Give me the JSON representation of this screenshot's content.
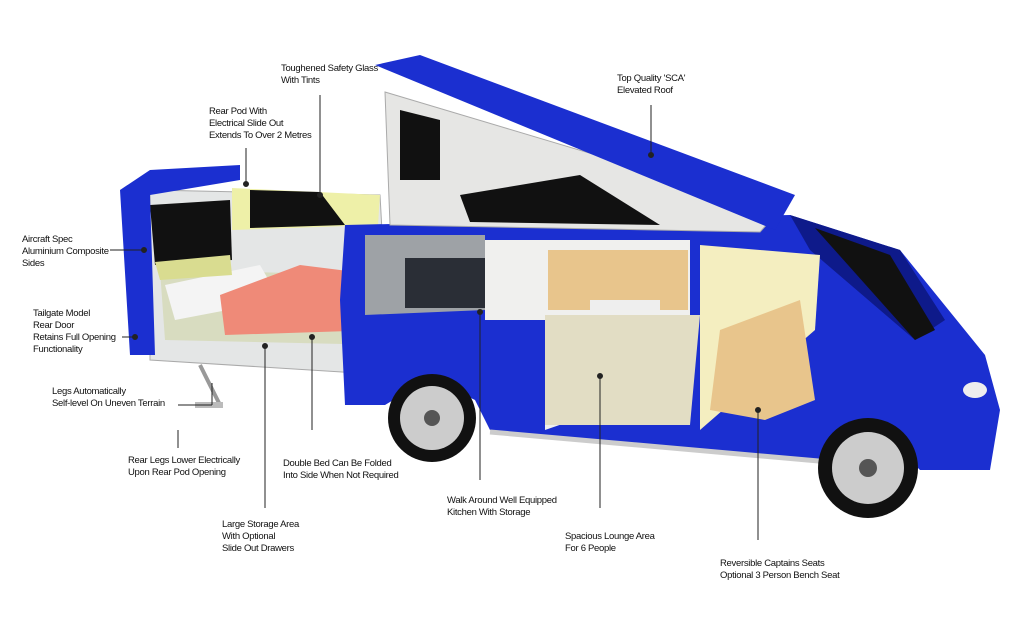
{
  "colors": {
    "body": "#1b2fd0",
    "bodyDark": "#0e1a8a",
    "pod": "#e4e6e6",
    "bed": "#ef8a78",
    "glass": "#111111",
    "yellow": "#eef0a8",
    "seat": "#e8c58c"
  },
  "labels": {
    "glass": [
      "Toughened Safety Glass",
      "With Tints"
    ],
    "roof": [
      "Top Quality 'SCA'",
      "Elevated Roof"
    ],
    "pod": [
      "Rear Pod With",
      "Electrical Slide Out",
      "Extends To Over 2 Metres"
    ],
    "sides": [
      "Aircraft Spec",
      "Aluminium Composite",
      "Sides"
    ],
    "tailgate": [
      "Tailgate Model",
      "Rear Door",
      "Retains Full Opening",
      "Functionality"
    ],
    "legs_level": [
      "Legs Automatically",
      "Self-level On Uneven Terrain"
    ],
    "legs_lower": [
      "Rear Legs Lower Electrically",
      "Upon Rear Pod Opening"
    ],
    "bed": [
      "Double Bed Can Be Folded",
      "Into Side When Not Required"
    ],
    "storage": [
      "Large Storage Area",
      "With Optional",
      "Slide Out Drawers"
    ],
    "kitchen": [
      "Walk Around Well Equipped",
      "Kitchen With Storage"
    ],
    "lounge": [
      "Spacious Lounge Area",
      "For 6 People"
    ],
    "seats": [
      "Reversible Captains Seats",
      "Optional 3 Person Bench Seat"
    ]
  }
}
